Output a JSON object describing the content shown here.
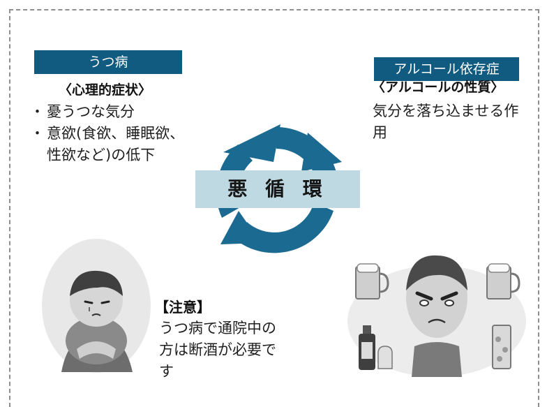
{
  "left": {
    "tag": "うつ病",
    "subhead": "〈心理的症状〉",
    "bullets": [
      "憂うつな気分",
      "意欲(食欲、睡眠欲、性欲など)の低下"
    ]
  },
  "right": {
    "tag": "アルコール依存症",
    "subhead": "〈アルコールの性質〉",
    "description": "気分を落ち込ませる作用"
  },
  "center": {
    "label": "悪 循 環"
  },
  "note": {
    "title": "【注意】",
    "body": "うつ病で通院中の方は断酒が必要です"
  },
  "colors": {
    "accent": "#115b80",
    "label_bg": "#bfd9e3",
    "arrow": "#1b6a92"
  },
  "illustrations": {
    "left": "person-hugging-knees-illustration",
    "right": "angry-man-with-alcohol-drinks-illustration"
  }
}
